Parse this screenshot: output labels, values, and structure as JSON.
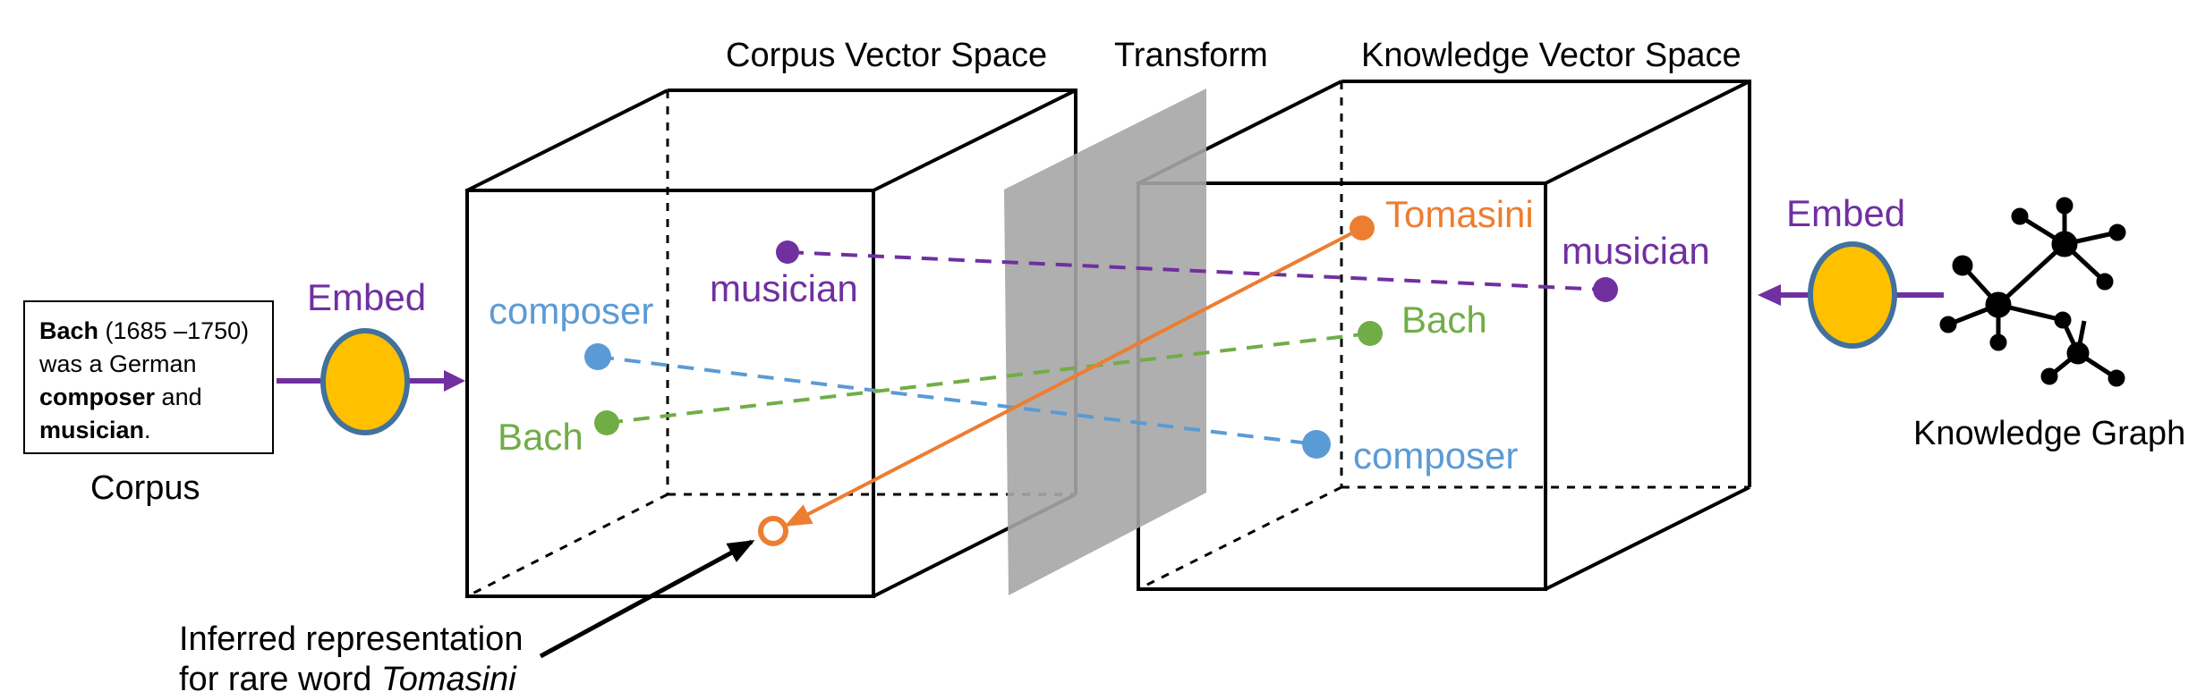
{
  "labels": {
    "corpus_space": "Corpus Vector Space",
    "transform": "Transform",
    "knowledge_space": "Knowledge Vector Space",
    "embed_left": "Embed",
    "embed_right": "Embed",
    "corpus": "Corpus",
    "knowledge_graph": "Knowledge Graph",
    "inferred_line1": "Inferred representation",
    "inferred_line2_prefix": "for rare word ",
    "inferred_line2_word": "Tomasini"
  },
  "corpus_text": {
    "word1": "Bach",
    "dates": " (1685 –1750)",
    "line2": "was a German",
    "word3": "composer",
    "and": " and",
    "word4": "musician",
    "period": "."
  },
  "points": {
    "corpus": {
      "musician": "musician",
      "composer": "composer",
      "bach": "Bach"
    },
    "knowledge": {
      "tomasini": "Tomasini",
      "musician": "musician",
      "bach": "Bach",
      "composer": "composer"
    }
  },
  "colors": {
    "purple": "#7030a0",
    "blue": "#5b9bd5",
    "green": "#70ad47",
    "orange": "#ed7d31",
    "embed_fill": "#ffc000",
    "embed_stroke": "#41719c",
    "transform_plane": "#a6a6a6"
  }
}
